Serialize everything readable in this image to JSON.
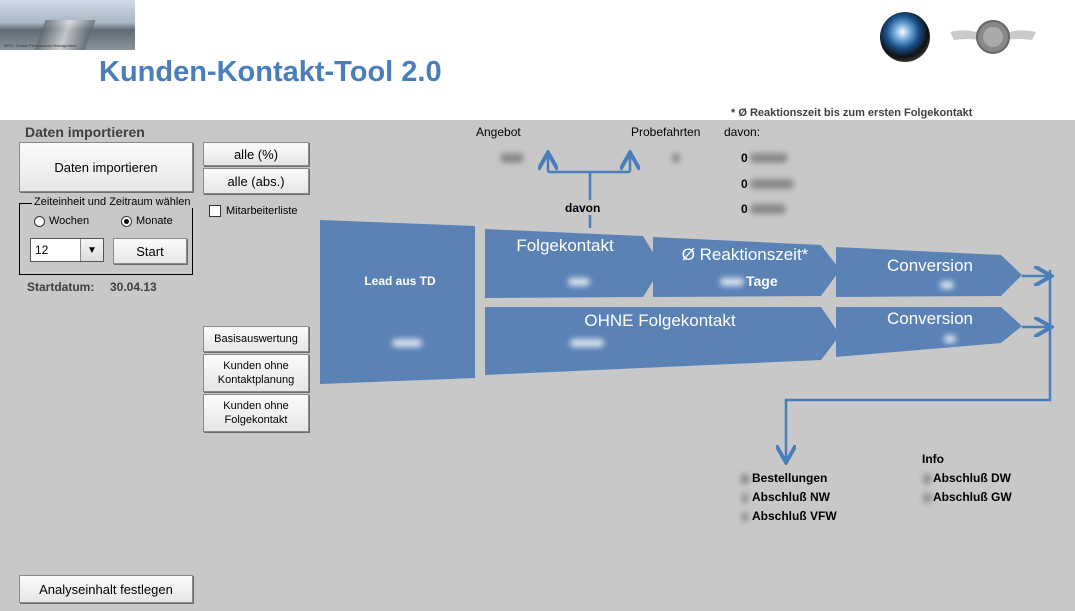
{
  "header": {
    "title": "Kunden-Kontakt-Tool 2.0",
    "note": "* Ø Reaktionszeit bis zum ersten Folgekontakt",
    "logo_caption": "BPM - Dealer Performance Management"
  },
  "left_panel": {
    "section_label": "Daten importieren",
    "import_button": "Daten importieren",
    "timeframe_group": "Zeiteinheit und Zeitraum wählen",
    "radio_weeks": "Wochen",
    "radio_months": "Monate",
    "selected_unit": "Monate",
    "period_value": "12",
    "start_button": "Start",
    "start_date_label": "Startdatum:",
    "start_date_value": "30.04.13",
    "analysis_button": "Analyseinhalt festlegen"
  },
  "mid_buttons": {
    "all_percent": "alle (%)",
    "all_abs": "alle (abs.)",
    "employee_list": "Mitarbeiterliste",
    "base_eval": "Basisauswertung",
    "no_contact_plan": "Kunden ohne Kontaktplanung",
    "no_followup": "Kunden ohne Folgekontakt"
  },
  "flow": {
    "lead": "Lead aus TD",
    "followup": "Folgekontakt",
    "reaction": "Ø Reaktionszeit*",
    "days": "Tage",
    "conversion1": "Conversion",
    "no_followup": "OHNE Folgekontakt",
    "conversion2": "Conversion",
    "davon_center": "davon",
    "offer": "Angebot",
    "test_drives": "Probefahrten",
    "davon_right": "davon:",
    "zero1": "0",
    "zero2": "0",
    "zero3": "0"
  },
  "results": {
    "orders": "Bestellungen",
    "close_nw": "Abschluß NW",
    "close_vfw": "Abschluß VFW",
    "info": "Info",
    "close_dw": "Abschluß DW",
    "close_gw": "Abschluß GW"
  },
  "colors": {
    "accent_blue": "#4a7ebb",
    "flow_blue": "#5b82b5",
    "background": "#c8c8c8"
  }
}
